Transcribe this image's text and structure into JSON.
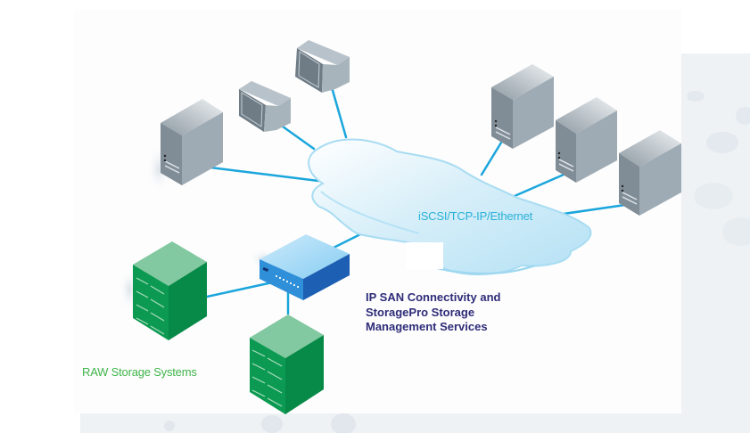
{
  "diagram": {
    "title": "IP SAN network topology",
    "network_label": "iSCSI/TCP-IP/Ethernet",
    "gateway_label_lines": [
      "IP SAN Connectivity and",
      "StoragePro Storage",
      "Management Services"
    ],
    "storage_label": "RAW Storage Systems",
    "nodes": [
      {
        "id": "server-left",
        "type": "server"
      },
      {
        "id": "workstation-1",
        "type": "workstation"
      },
      {
        "id": "workstation-2",
        "type": "workstation"
      },
      {
        "id": "server-right-1",
        "type": "server"
      },
      {
        "id": "server-right-2",
        "type": "server"
      },
      {
        "id": "server-right-3",
        "type": "server"
      },
      {
        "id": "san-switch",
        "type": "switch"
      },
      {
        "id": "storage-1",
        "type": "storage-array"
      },
      {
        "id": "storage-2",
        "type": "storage-array"
      },
      {
        "id": "ip-network",
        "type": "cloud"
      }
    ],
    "links": [
      {
        "from": "server-left",
        "to": "ip-network"
      },
      {
        "from": "workstation-1",
        "to": "ip-network"
      },
      {
        "from": "workstation-2",
        "to": "ip-network"
      },
      {
        "from": "server-right-1",
        "to": "ip-network"
      },
      {
        "from": "server-right-2",
        "to": "ip-network"
      },
      {
        "from": "server-right-3",
        "to": "ip-network"
      },
      {
        "from": "san-switch",
        "to": "ip-network"
      },
      {
        "from": "storage-1",
        "to": "san-switch"
      },
      {
        "from": "storage-2",
        "to": "san-switch"
      }
    ],
    "colors": {
      "link": "#1aa6dc",
      "cloud": "#c6e8f8",
      "server": "#9aa7b0",
      "storage": "#0e9a55",
      "switch": "#2a8fd8",
      "network_text": "#2ab0d8",
      "gateway_text": "#2e2c78",
      "storage_text": "#3fb54a"
    }
  }
}
